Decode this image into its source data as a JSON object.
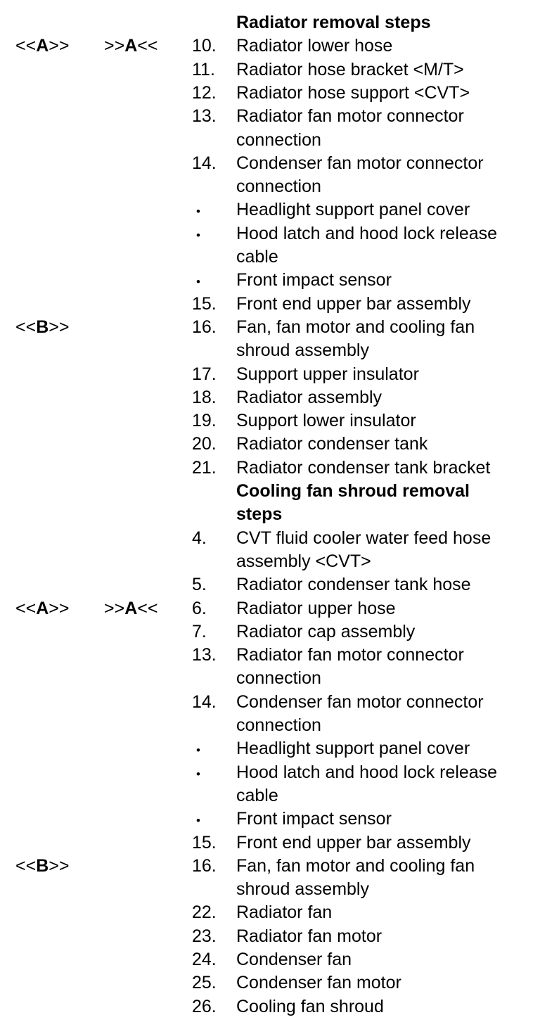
{
  "mark_a": [
    "<<",
    "A",
    ">>"
  ],
  "mark_a_rev": [
    ">>",
    "A",
    "<<"
  ],
  "mark_b": [
    "<<",
    "B",
    ">>"
  ],
  "bullet": "•",
  "radiator": {
    "heading": "Radiator removal steps",
    "items": [
      {
        "num": "10.",
        "lines": [
          "Radiator lower hose"
        ],
        "marks": "ab"
      },
      {
        "num": "11.",
        "lines": [
          "Radiator hose bracket <M/T>"
        ]
      },
      {
        "num": "12.",
        "lines": [
          "Radiator hose support <CVT>"
        ]
      },
      {
        "num": "13.",
        "lines": [
          "Radiator fan motor connector",
          "connection"
        ]
      },
      {
        "num": "14.",
        "lines": [
          "Condenser fan motor connector",
          "connection"
        ]
      },
      {
        "bullet": true,
        "lines": [
          "Headlight support panel cover"
        ]
      },
      {
        "bullet": true,
        "lines": [
          "Hood latch and hood lock release",
          "cable"
        ]
      },
      {
        "bullet": true,
        "lines": [
          "Front impact sensor"
        ]
      },
      {
        "num": "15.",
        "lines": [
          "Front end upper bar assembly"
        ]
      },
      {
        "num": "16.",
        "lines": [
          "Fan, fan motor and cooling fan",
          "shroud assembly"
        ],
        "marks": "b"
      },
      {
        "num": "17.",
        "lines": [
          "Support upper insulator"
        ]
      },
      {
        "num": "18.",
        "lines": [
          "Radiator assembly"
        ]
      },
      {
        "num": "19.",
        "lines": [
          "Support lower insulator"
        ]
      },
      {
        "num": "20.",
        "lines": [
          "Radiator condenser tank"
        ]
      },
      {
        "num": "21.",
        "lines": [
          "Radiator condenser tank bracket"
        ]
      }
    ]
  },
  "shroud": {
    "heading": [
      "Cooling fan shroud removal",
      "steps"
    ],
    "items": [
      {
        "num": "4.",
        "lines": [
          "CVT fluid cooler water feed hose",
          "assembly <CVT>"
        ]
      },
      {
        "num": "5.",
        "lines": [
          "Radiator condenser tank hose"
        ]
      },
      {
        "num": "6.",
        "lines": [
          "Radiator upper hose"
        ],
        "marks": "ab"
      },
      {
        "num": "7.",
        "lines": [
          "Radiator cap assembly"
        ]
      },
      {
        "num": "13.",
        "lines": [
          "Radiator fan motor connector",
          "connection"
        ]
      },
      {
        "num": "14.",
        "lines": [
          "Condenser fan motor connector",
          "connection"
        ]
      },
      {
        "bullet": true,
        "lines": [
          "Headlight support panel cover"
        ]
      },
      {
        "bullet": true,
        "lines": [
          "Hood latch and hood lock release",
          "cable"
        ]
      },
      {
        "bullet": true,
        "lines": [
          "Front impact sensor"
        ]
      },
      {
        "num": "15.",
        "lines": [
          "Front end upper bar assembly"
        ]
      },
      {
        "num": "16.",
        "lines": [
          "Fan, fan motor and cooling fan",
          "shroud assembly"
        ],
        "marks": "b"
      },
      {
        "num": "22.",
        "lines": [
          "Radiator fan"
        ]
      },
      {
        "num": "23.",
        "lines": [
          "Radiator fan motor"
        ]
      },
      {
        "num": "24.",
        "lines": [
          "Condenser fan"
        ]
      },
      {
        "num": "25.",
        "lines": [
          "Condenser fan motor"
        ]
      },
      {
        "num": "26.",
        "lines": [
          "Cooling fan shroud"
        ]
      }
    ]
  }
}
